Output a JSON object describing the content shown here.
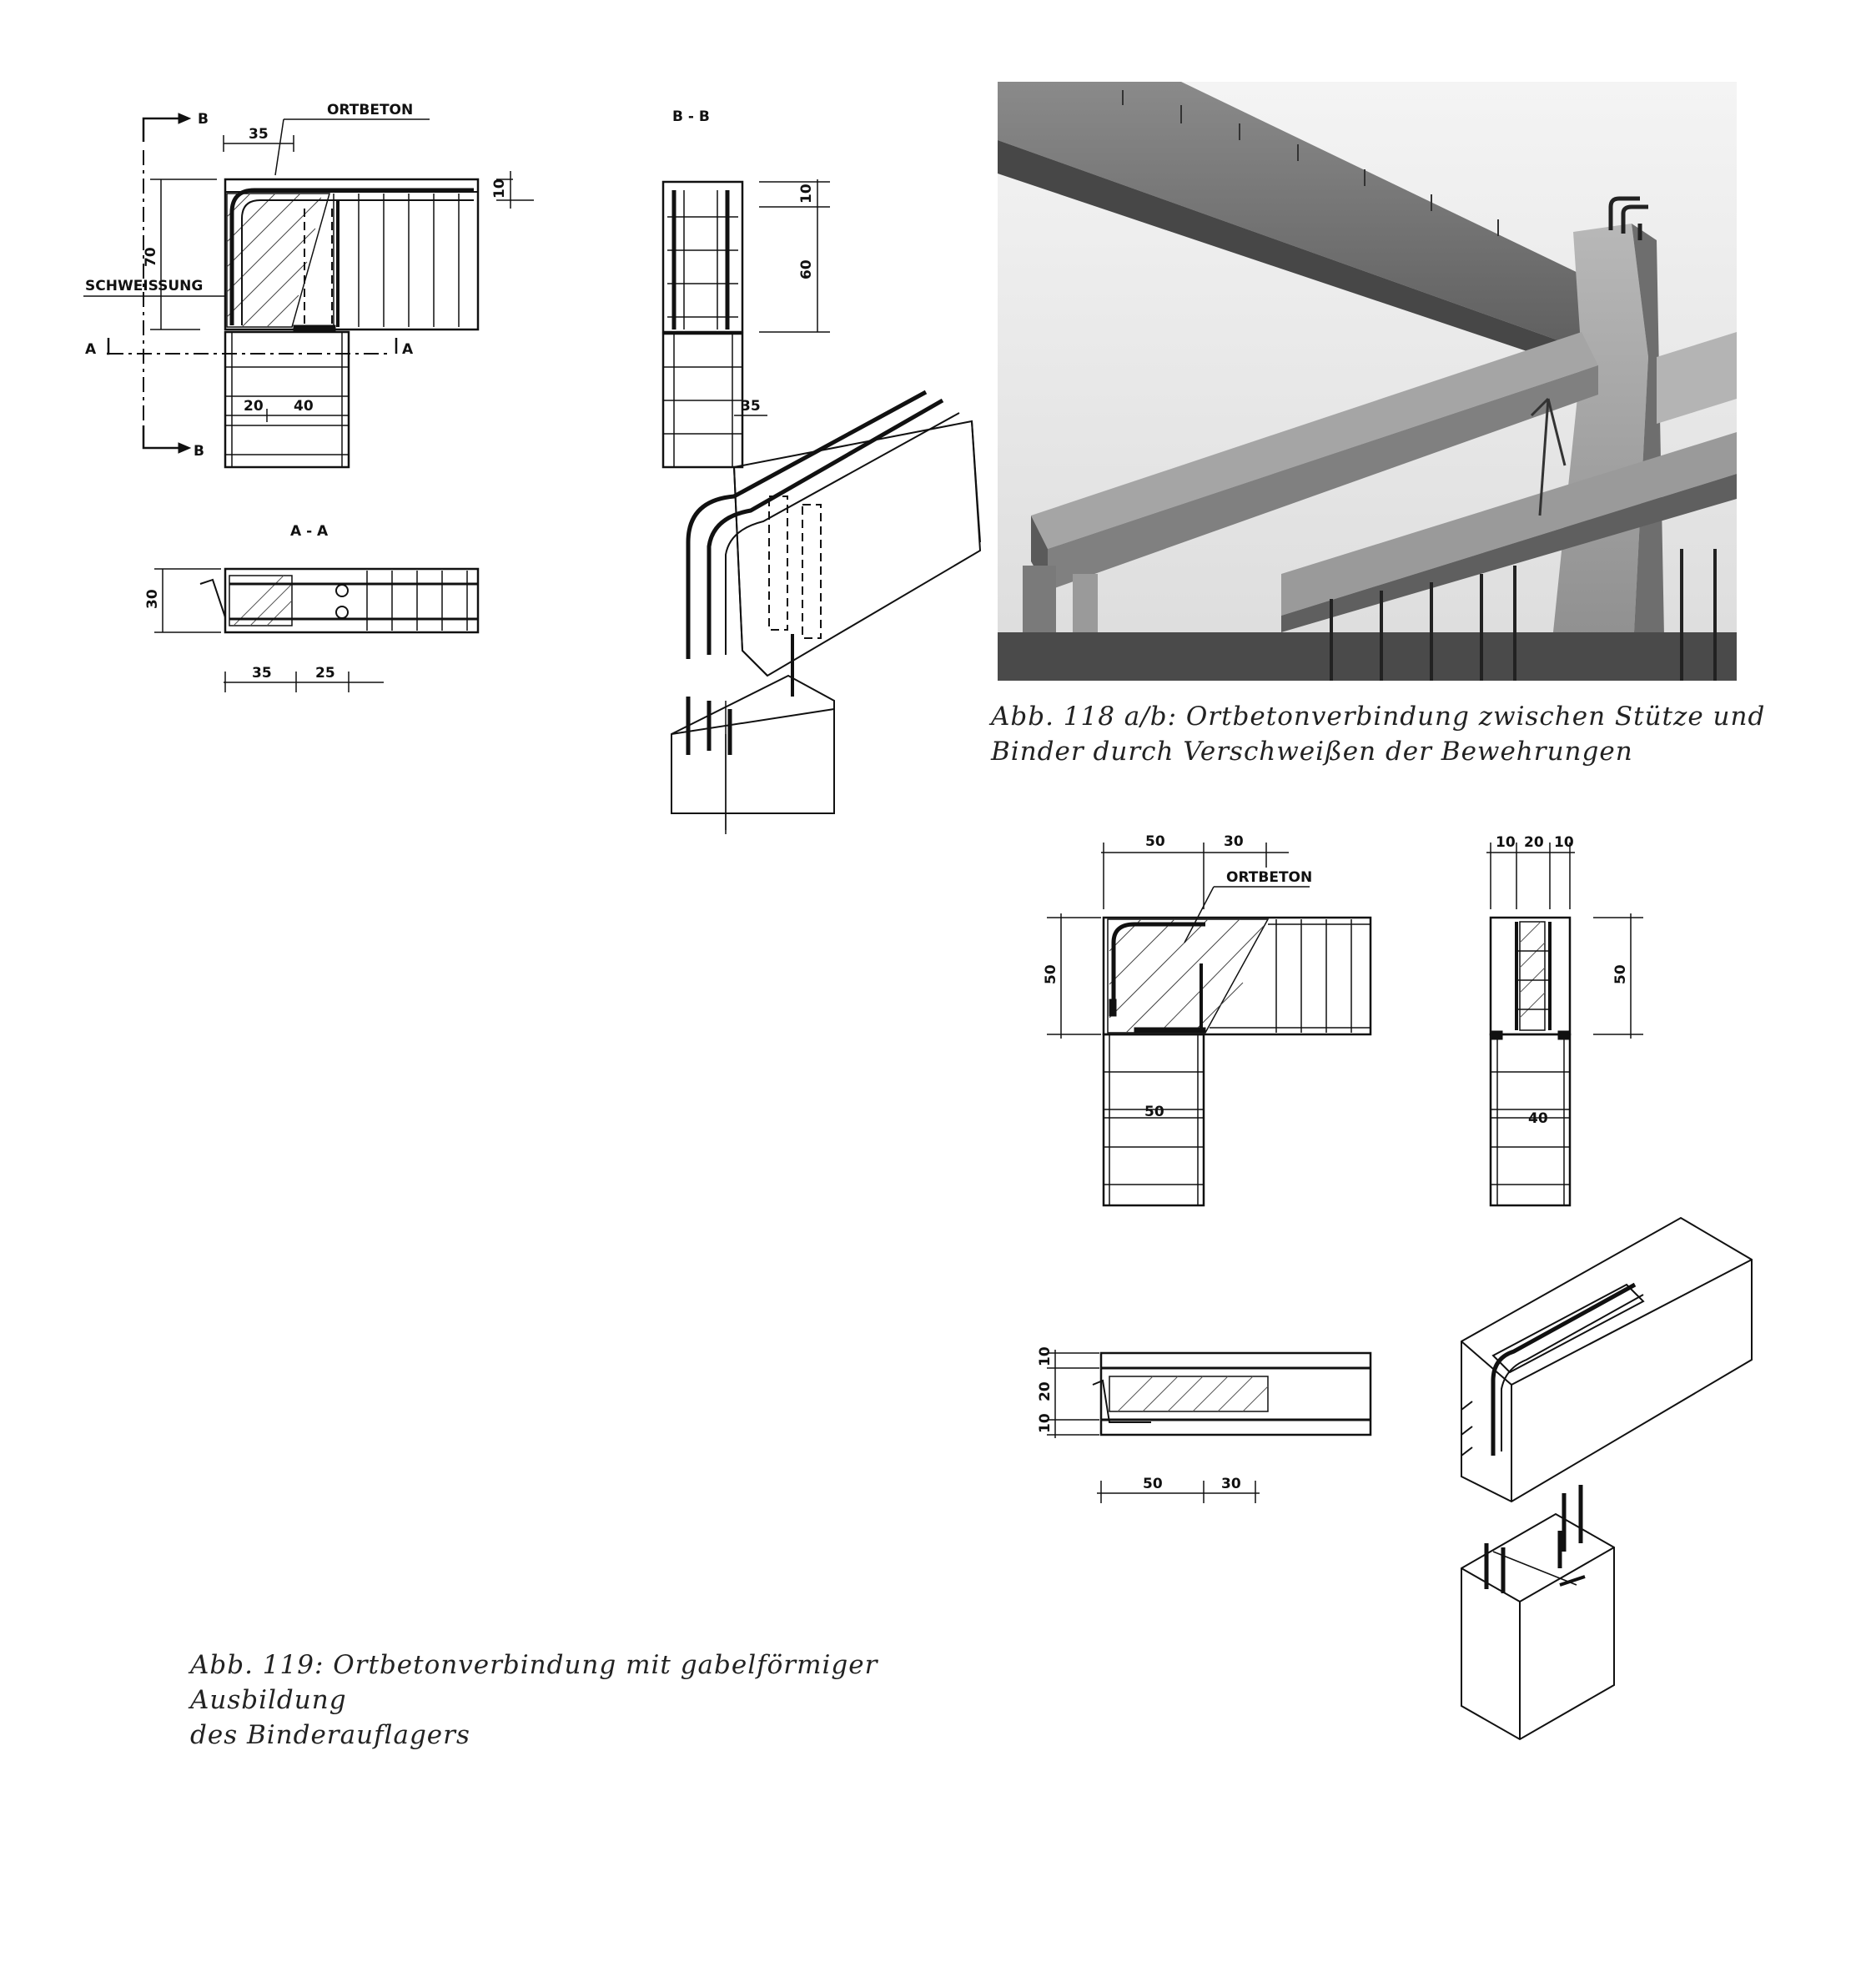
{
  "fig118": {
    "labels": {
      "ortbeton": "ORTBETON",
      "schweissung": "SCHWEISSUNG",
      "section_b_left": "B",
      "section_b_left2": "B",
      "section_a_left": "A",
      "section_a_right": "A",
      "section_bb": "B - B",
      "section_aa": "A - A"
    },
    "dims": {
      "d35_top": "35",
      "d70": "70",
      "d10_right": "10",
      "d20": "20",
      "d40": "40",
      "bb_10": "10",
      "bb_60": "60",
      "bb_35": "35",
      "aa_30": "30",
      "aa_35": "35",
      "aa_25": "25"
    },
    "caption_line1": "Abb. 118 a/b: Ortbetonverbindung zwischen Stütze und",
    "caption_line2": "Binder durch Verschweißen der Bewehrungen"
  },
  "fig119": {
    "labels": {
      "ortbeton": "ORTBETON"
    },
    "dims": {
      "d50_top": "50",
      "d30_top": "30",
      "d50_left": "50",
      "d50_col": "50",
      "side_10a": "10",
      "side_20": "20",
      "side_10b": "10",
      "side_50": "50",
      "side_40": "40",
      "plan_10a": "10",
      "plan_20": "20",
      "plan_10b": "10",
      "plan_50": "50",
      "plan_30": "30"
    },
    "caption_line1": "Abb. 119: Ortbetonverbindung mit gabelförmiger Ausbildung",
    "caption_line2": "des Binderauflagers"
  }
}
